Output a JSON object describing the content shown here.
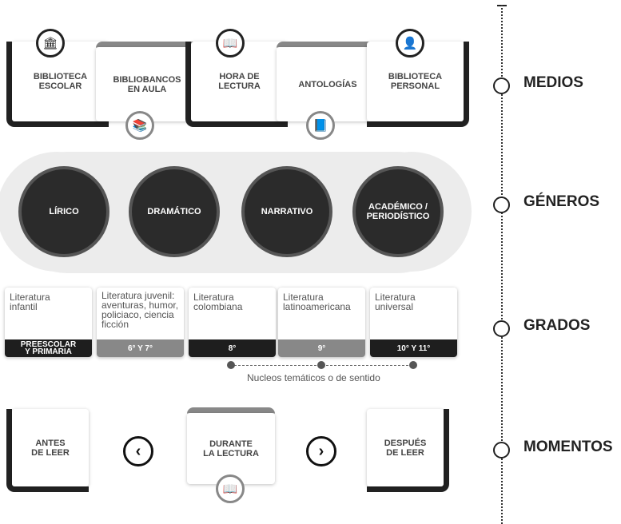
{
  "sections": {
    "medios": "MEDIOS",
    "generos": "GÉNEROS",
    "grados": "GRADOS",
    "momentos": "MOMENTOS"
  },
  "medios": [
    {
      "label": "BIBLIOTECA\nESCOLAR",
      "icon": "library-building-icon"
    },
    {
      "label": "BIBLIOBANCOS\nEN AULA",
      "icon": "book-bank-icon"
    },
    {
      "label": "HORA DE\nLECTURA",
      "icon": "reading-person-icon"
    },
    {
      "label": "ANTOLOGÍAS",
      "icon": "anthology-books-icon"
    },
    {
      "label": "BIBLIOTECA\nPERSONAL",
      "icon": "personal-reader-icon"
    }
  ],
  "generos": [
    "LÍRICO",
    "DRAMÁTICO",
    "NARRATIVO",
    "ACADÉMICO /\nPERIODÍSTICO"
  ],
  "grados": [
    {
      "text": "Literatura\ninfantil",
      "grade": "PREESCOLAR\nY PRIMARIA"
    },
    {
      "text": "Literatura juvenil:\naventuras, humor,\npoliciaco, ciencia\nficción",
      "grade": "6° Y 7°"
    },
    {
      "text": "Literatura\ncolombiana",
      "grade": "8°"
    },
    {
      "text": "Literatura\nlatinoamericana",
      "grade": "9°"
    },
    {
      "text": "Literatura\nuniversal",
      "grade": "10° Y 11°"
    }
  ],
  "nucleos": "Nucleos temáticos o de sentido",
  "momentos": {
    "antes": "ANTES\nDE LEER",
    "durante": "DURANTE\nLA LECTURA",
    "despues": "DESPUÉS\nDE LEER",
    "prev": "‹",
    "next": "›"
  },
  "colors": {
    "dark": "#222222",
    "grey": "#888888",
    "band": "#ececec"
  }
}
